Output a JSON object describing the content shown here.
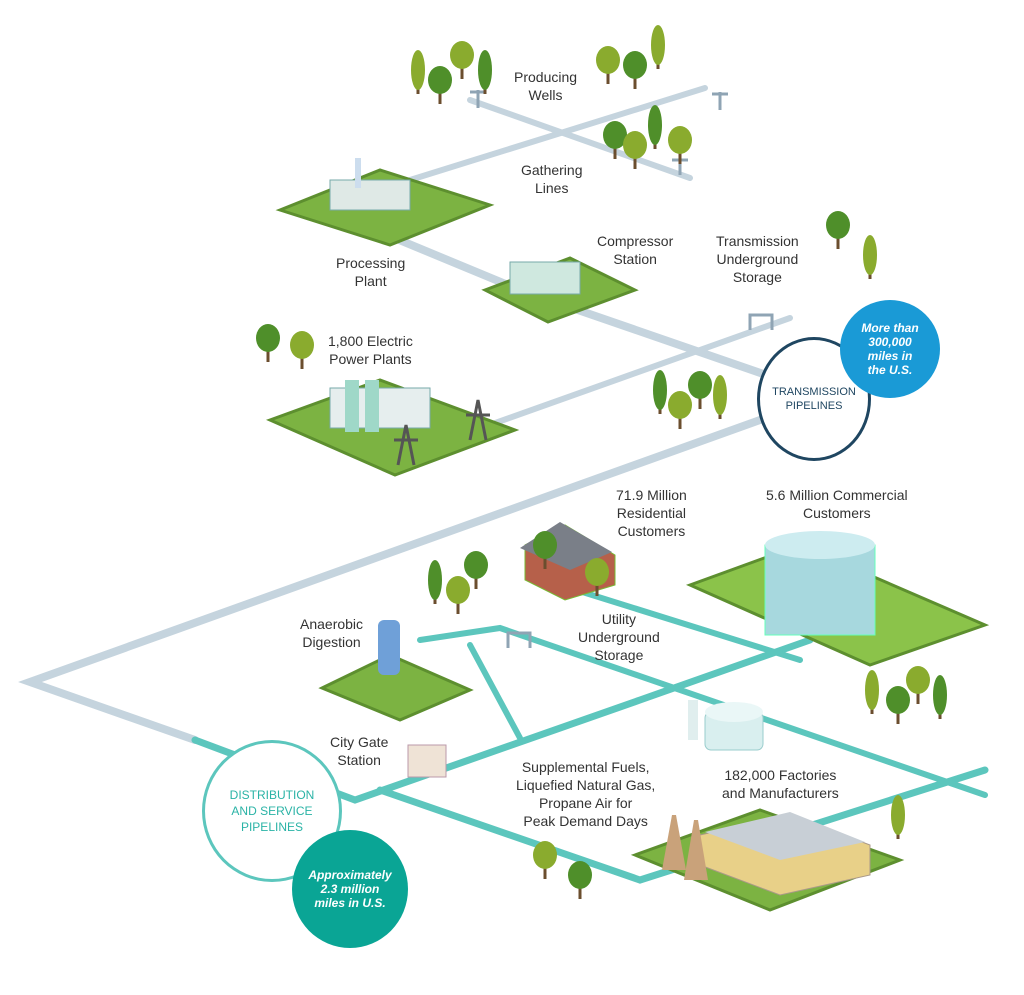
{
  "labels": {
    "producing_wells": "Producing\nWells",
    "gathering_lines": "Gathering\nLines",
    "processing_plant": "Processing\nPlant",
    "compressor_station": "Compressor\nStation",
    "transmission_storage": "Transmission\nUnderground\nStorage",
    "power_plants": "1,800 Electric\nPower Plants",
    "residential": "71.9 Million\nResidential\nCustomers",
    "commercial": "5.6 Million Commercial\nCustomers",
    "anaerobic": "Anaerobic\nDigestion",
    "utility_storage": "Utility\nUnderground\nStorage",
    "city_gate": "City Gate\nStation",
    "supplemental": "Supplemental Fuels,\nLiquefied Natural Gas,\nPropane Air for\nPeak Demand Days",
    "factories": "182,000 Factories\nand Manufacturers"
  },
  "transmission": {
    "title": "TRANSMISSION\nPIPELINES",
    "stat": "More than\n300,000\nmiles in\nthe U.S.",
    "color": "#1a9ad6"
  },
  "distribution": {
    "title": "DISTRIBUTION\nAND SERVICE\nPIPELINES",
    "stat": "Approximately\n2.3 million\nmiles in U.S.",
    "color": "#0aa595"
  },
  "colors": {
    "transmission_pipe": "#c5d4de",
    "distribution_pipe": "#5cc6bd",
    "ground": "#7cb342"
  }
}
